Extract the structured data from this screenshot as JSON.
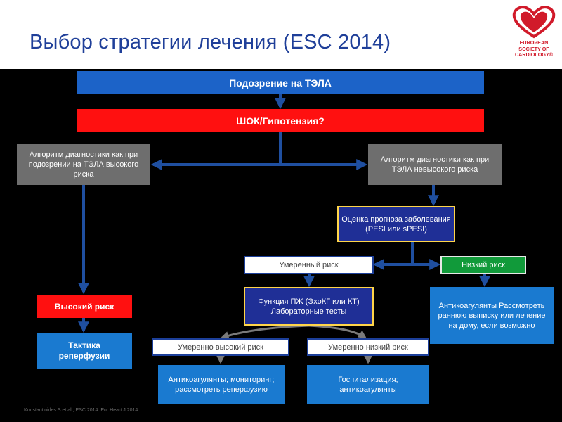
{
  "title": "Выбор стратегии лечения (ESC 2014)",
  "logo": {
    "line1": "EUROPEAN",
    "line2": "SOCIETY OF",
    "line3": "CARDIOLOGY®"
  },
  "boxes": {
    "suspicion": "Подозрение на ТЭЛА",
    "shock": "ШОК/Гипотензия?",
    "algo_high": "Алгоритм диагностики как при подозрении на ТЭЛА высокого риска",
    "algo_nonhigh": "Алгоритм диагностики как при ТЭЛА невысокого риска",
    "prognosis": "Оценка прогноза заболевания (PESI или sPESI)",
    "moderate": "Умеренный риск",
    "low": "Низкий риск",
    "rv_function": "Функция ПЖ (ЭхоКГ или КТ) Лабораторные тесты",
    "high": "Высокий риск",
    "low_treatment": "Антикоагулянты Рассмотреть раннюю выписку или лечение на дому, если возможно",
    "mod_high": "Умеренно высокий риск",
    "mod_low": "Умеренно низкий риск",
    "reperfusion": "Тактика реперфузии",
    "mod_high_treatment": "Антикоагулянты; мониторинг; рассмотреть реперфузию",
    "mod_low_treatment": "Госпитализация; антикоагулянты"
  },
  "footer": "Konstantinides S et al., ESC 2014. Eur Heart J 2014.",
  "colors": {
    "title": "#1f3f99",
    "blue": "#1c63c8",
    "red": "#ff1010",
    "navy": "#1f2f96",
    "green": "#119a3a",
    "gray": "#6e6e6e",
    "arrow": "#1f4fa0"
  }
}
